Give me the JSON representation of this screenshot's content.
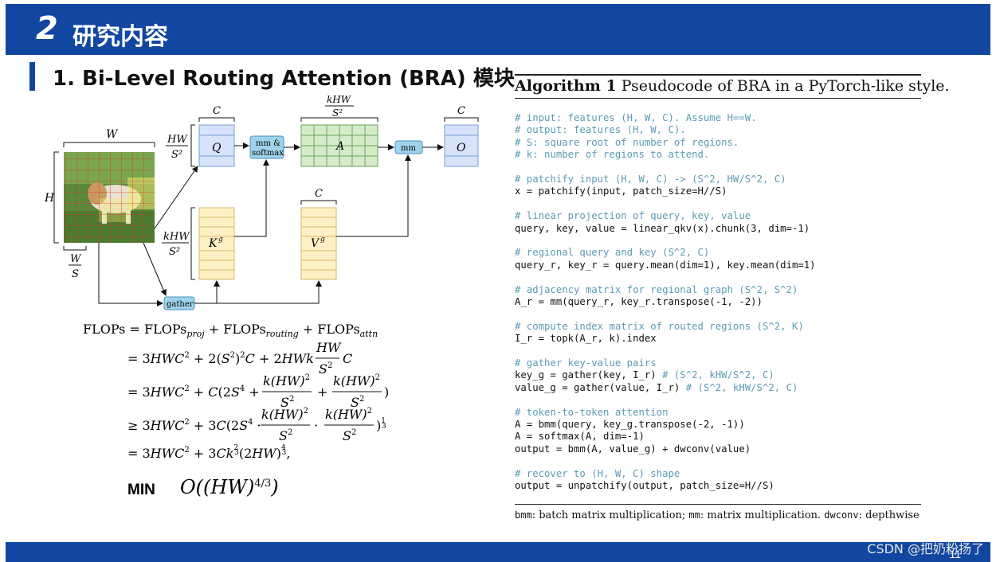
{
  "header": {
    "section_number": "2",
    "title": "研究内容"
  },
  "section": {
    "title": "1. Bi-Level Routing Attention (BRA) 模块"
  },
  "diagram": {
    "dim_W": "W",
    "dim_H": "H",
    "dim_W_over_S": [
      "W",
      "S"
    ],
    "label_C_q": "C",
    "label_HW_S2": [
      "HW",
      "S²"
    ],
    "label_kHW_S2": [
      "kHW",
      "S²"
    ],
    "label_C_o": "C",
    "label_C_v": "C",
    "label_kHW_S2_k": [
      "kHW",
      "S²"
    ],
    "q": "Q",
    "kg": "K",
    "kg_sup": "g",
    "vg": "V",
    "vg_sup": "g",
    "a": "A",
    "o": "O",
    "mm_softmax": [
      "mm &",
      "softmax"
    ],
    "mm": "mm",
    "gather": "gather",
    "colors": {
      "blue_box": "#d6e3fb",
      "yellow_box": "#fdf0c4",
      "green_box": "#d5ebc9",
      "op_box": "#9fd3ec"
    }
  },
  "formula": {
    "lines": [
      "FLOPs = FLOPs_proj + FLOPs_routing + FLOPs_attn",
      "= 3HWC² + 2(S²)²C + 2HWk HW/S² C",
      "= 3HWC² + C(2S⁴ + k(HW)²/S² + k(HW)²/S²)",
      "≥ 3HWC² + 3C(2S⁴ · k(HW)²/S² · k(HW)²/S²)^(1/3)",
      "= 3HWC² + 3Ck^(2/3)(2HW)^(4/3),"
    ],
    "min_label": "MIN",
    "min_expr": "O((HW)",
    "min_exp": "4/3",
    "min_close": ")"
  },
  "algorithm": {
    "title_bold": "Algorithm 1",
    "title_rest": " Pseudocode of BRA in a PyTorch-like style.",
    "code": [
      {
        "t": "c",
        "s": "# input: features (H, W, C). Assume H==W."
      },
      {
        "t": "c",
        "s": "# output: features (H, W, C)."
      },
      {
        "t": "c",
        "s": "# S: square root of number of regions."
      },
      {
        "t": "c",
        "s": "# k: number of regions to attend."
      },
      {
        "t": "b",
        "s": ""
      },
      {
        "t": "c",
        "s": "# patchify input (H, W, C) -> (S^2, HW/S^2, C)"
      },
      {
        "t": "n",
        "s": "x = patchify(input, patch_size=H//S)"
      },
      {
        "t": "b",
        "s": ""
      },
      {
        "t": "c",
        "s": "# linear projection of query, key, value"
      },
      {
        "t": "n",
        "s": "query, key, value = linear_qkv(x).chunk(3, dim=-1)"
      },
      {
        "t": "b",
        "s": ""
      },
      {
        "t": "c",
        "s": "# regional query and key (S^2, C)"
      },
      {
        "t": "n",
        "s": "query_r, key_r = query.mean(dim=1), key.mean(dim=1)"
      },
      {
        "t": "b",
        "s": ""
      },
      {
        "t": "c",
        "s": "# adjacency matrix for regional graph (S^2, S^2)"
      },
      {
        "t": "n",
        "s": "A_r = mm(query_r, key_r.transpose(-1, -2))"
      },
      {
        "t": "b",
        "s": ""
      },
      {
        "t": "c",
        "s": "# compute index matrix of routed regions (S^2, K)"
      },
      {
        "t": "n",
        "s": "I_r = topk(A_r, k).index"
      },
      {
        "t": "b",
        "s": ""
      },
      {
        "t": "c",
        "s": "# gather key-value pairs"
      },
      {
        "t": "m",
        "s": "key_g = gather(key, I_r) ",
        "c": "# (S^2, kHW/S^2, C)"
      },
      {
        "t": "m",
        "s": "value_g = gather(value, I_r) ",
        "c": "# (S^2, kHW/S^2, C)"
      },
      {
        "t": "b",
        "s": ""
      },
      {
        "t": "c",
        "s": "# token-to-token attention"
      },
      {
        "t": "n",
        "s": "A = bmm(query, key_g.transpose(-2, -1))"
      },
      {
        "t": "n",
        "s": "A = softmax(A, dim=-1)"
      },
      {
        "t": "n",
        "s": "output = bmm(A, value_g) + dwconv(value)"
      },
      {
        "t": "b",
        "s": ""
      },
      {
        "t": "c",
        "s": "# recover to (H, W, C) shape"
      },
      {
        "t": "n",
        "s": "output = unpatchify(output, patch_size=H//S)"
      }
    ],
    "footer": [
      {
        "m": "bmm",
        "t": ": batch matrix multiplication; "
      },
      {
        "m": "mm",
        "t": ": matrix multiplication. "
      },
      {
        "m": "dwconv",
        "t": ": depthwise"
      }
    ]
  },
  "footer": {
    "page_number": "11",
    "watermark": "CSDN @把奶粉扬了"
  }
}
